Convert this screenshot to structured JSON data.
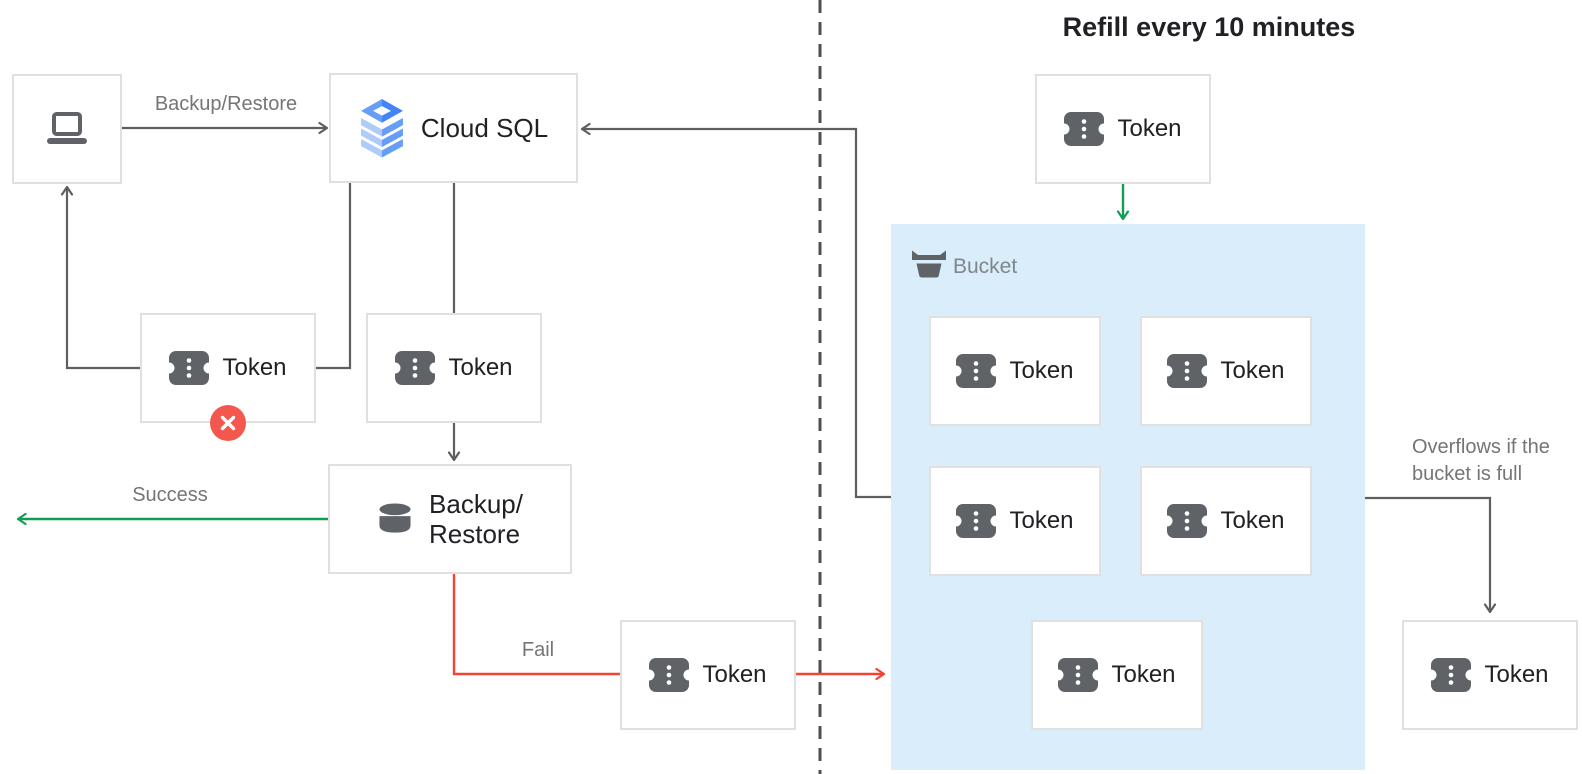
{
  "heading": "Refill every 10 minutes",
  "colors": {
    "line_gray": "#5d5f62",
    "divider_gray": "#4d4f52",
    "green": "#129d52",
    "red": "#f44336",
    "badge_red": "#f4574d",
    "bucket_fill": "#d9eefa",
    "box_border": "#e0e0e0",
    "icon_gray": "#5f6368",
    "label_gray": "#757575",
    "bucket_label_gray": "#80868b",
    "text_dark": "#202124",
    "cloud_sql_blue_dark": "#4285f4",
    "cloud_sql_blue_medium": "#669df6",
    "cloud_sql_blue_light": "#aecbfa"
  },
  "nodes": {
    "cloud_sql": {
      "label": "Cloud SQL"
    },
    "backup_restore": {
      "label_line1": "Backup/",
      "label_line2": "Restore"
    },
    "token_rejected": {
      "label": "Token"
    },
    "token_request": {
      "label": "Token"
    },
    "token_fail": {
      "label": "Token"
    },
    "token_refill": {
      "label": "Token"
    },
    "token_overflow": {
      "label": "Token"
    },
    "bucket": {
      "label": "Bucket",
      "tokens": [
        "Token",
        "Token",
        "Token",
        "Token",
        "Token"
      ]
    }
  },
  "edge_labels": {
    "request": "Backup/Restore",
    "success": "Success",
    "fail": "Fail",
    "overflow_line1": "Overflows if the",
    "overflow_line2": "bucket is full"
  }
}
